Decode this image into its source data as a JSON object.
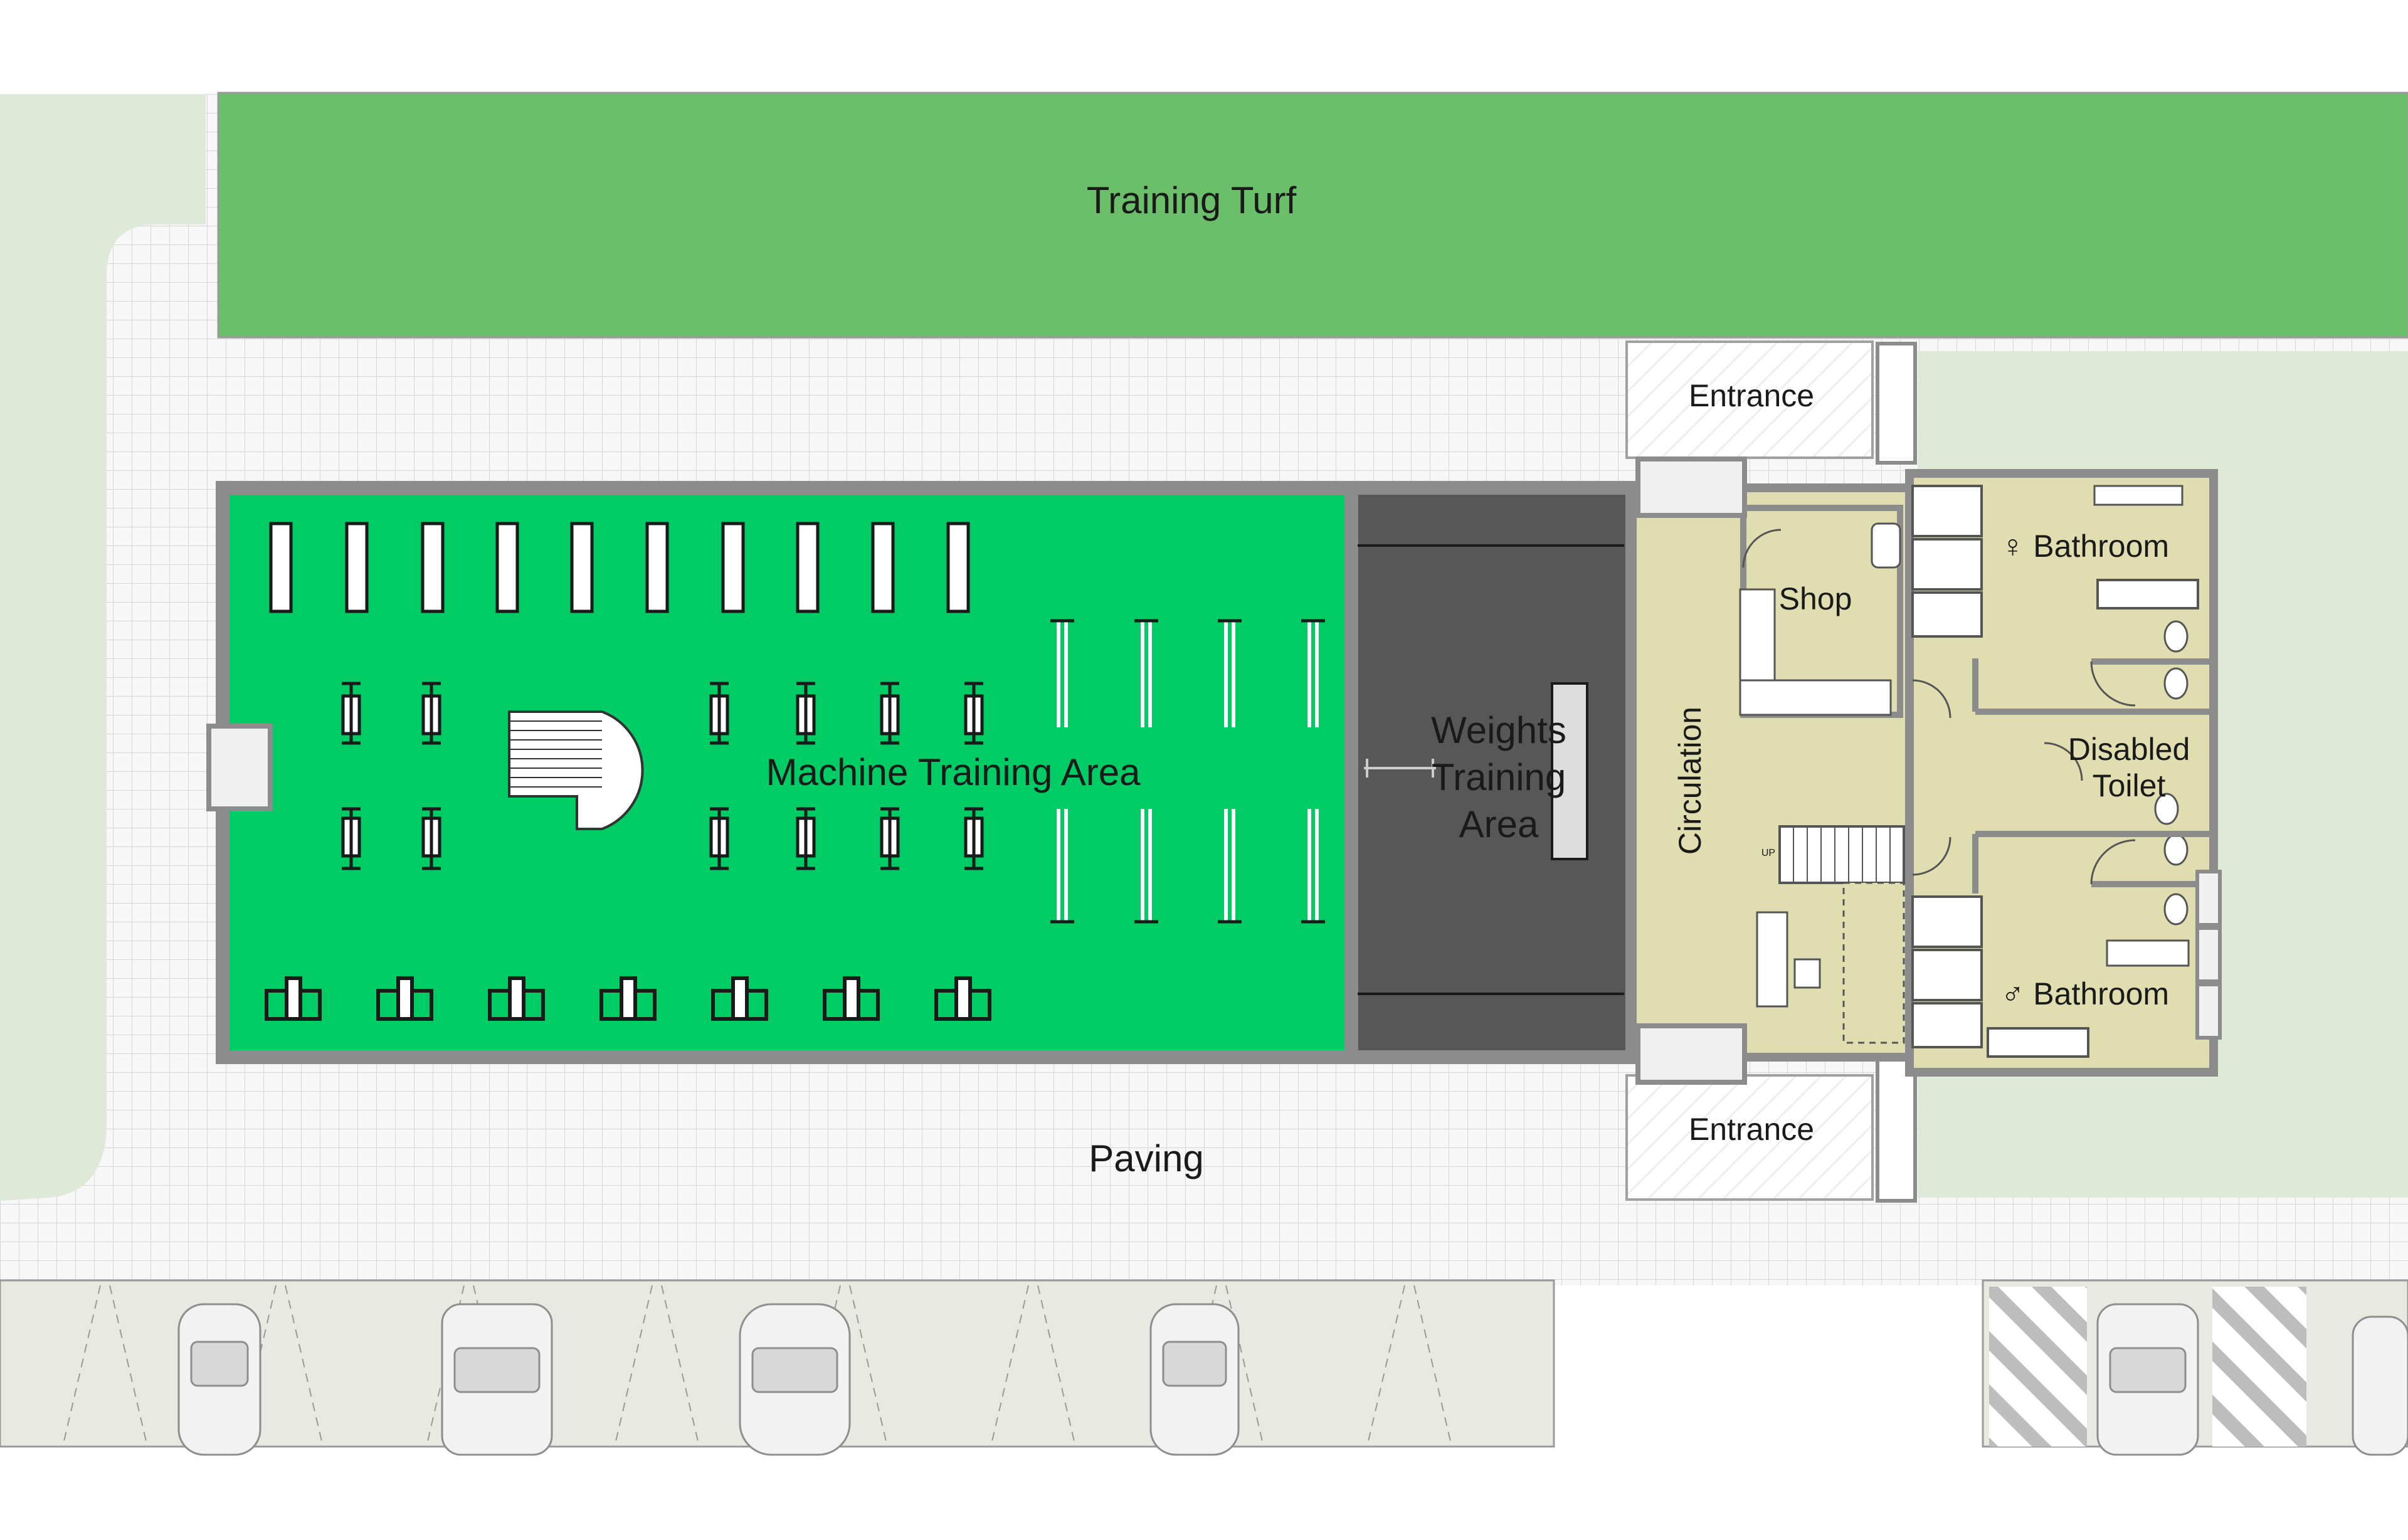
{
  "labels": {
    "training_turf": "Training Turf",
    "entrance_top": "Entrance",
    "entrance_bottom": "Entrance",
    "machine_area": "Machine Training Area",
    "weights_line1": "Weights",
    "weights_line2": "Training",
    "weights_line3": "Area",
    "circulation": "Circulation",
    "shop": "Shop",
    "female_bathroom": "♀ Bathroom",
    "male_bathroom": "♂ Bathroom",
    "disabled_line1": "Disabled",
    "disabled_line2": "Toilet",
    "paving": "Paving",
    "stair_up": "UP"
  },
  "colors": {
    "turf": "#6cbf6a",
    "machine_floor": "#00cc66",
    "weights_floor": "#575757",
    "circulation": "#e0deb0",
    "side_lawn": "#dfe9d8",
    "parking": "#e8e9e1",
    "paving_grid": "#dcdcdc",
    "wall": "#8c8c8c"
  }
}
